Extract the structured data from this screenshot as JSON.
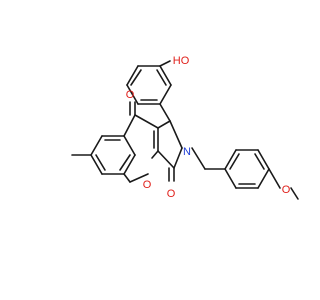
{
  "molecule": {
    "atoms": {
      "ketone_oxygen": "O",
      "pyran_oxygen": "O",
      "lactam_oxygen": "O",
      "nitrogen": "N",
      "hydroxyl": "HO",
      "methoxy_oxygen": "O"
    },
    "colors": {
      "bond": "#1a1a1a",
      "oxygen": "#e0201b",
      "nitrogen": "#1f3fd6"
    }
  }
}
